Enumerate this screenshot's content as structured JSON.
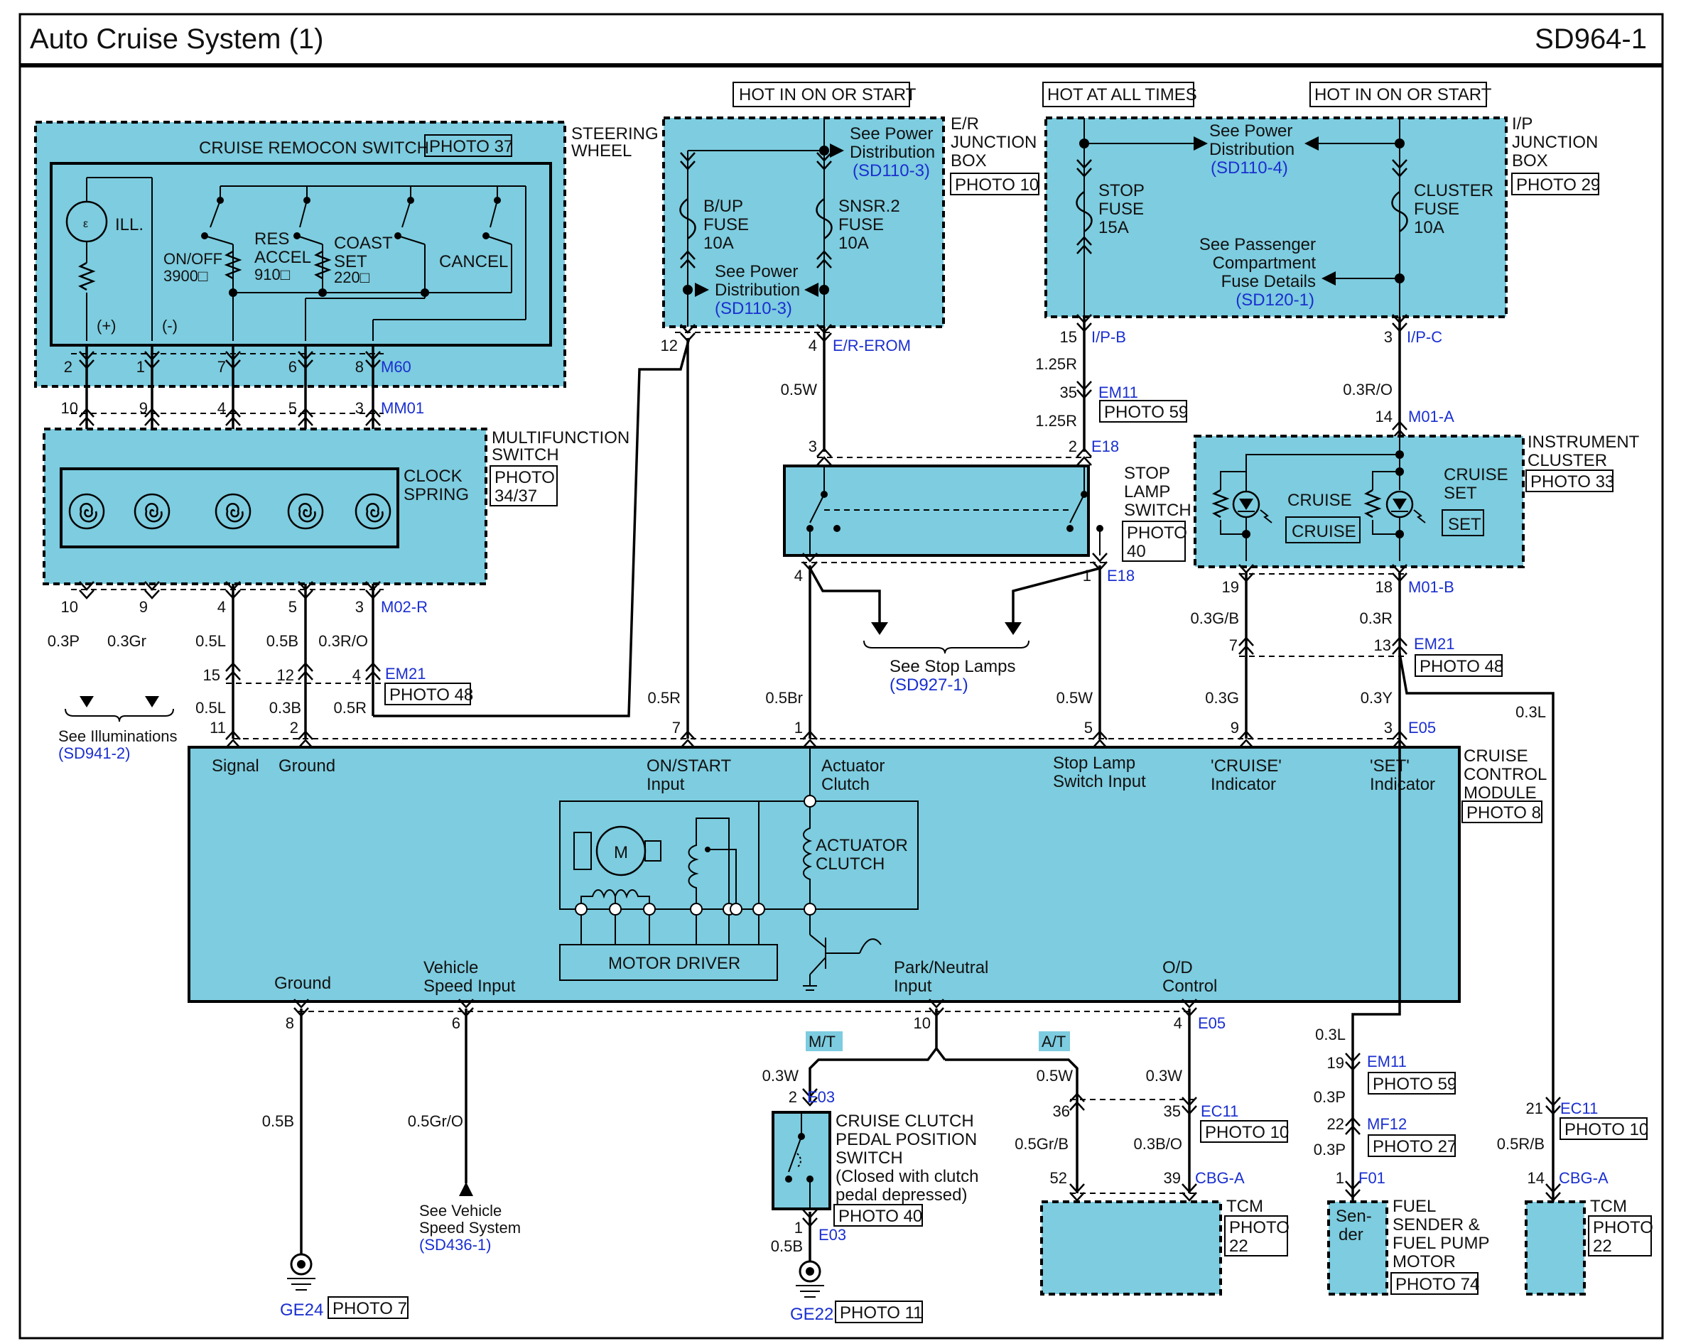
{
  "header": {
    "title": "Auto Cruise System (1)",
    "code": "SD964-1"
  },
  "hot": {
    "er": "HOT IN ON OR START",
    "all": "HOT AT ALL TIMES",
    "ip": "HOT IN ON OR START"
  },
  "steering": {
    "label1": "STEERING",
    "label2": "WHEEL",
    "remocon": "CRUISE REMOCON SWITCH",
    "photo": "PHOTO 37",
    "ill": "ILL.",
    "onoff": "ON/OFF",
    "r3900": "3900□",
    "res": "RES",
    "accel": "ACCEL",
    "r910": "910□",
    "coast": "COAST",
    "set": "SET",
    "r220": "220□",
    "cancel": "CANCEL",
    "plus": "(+)",
    "minus": "(-)",
    "pins": [
      "2",
      "1",
      "7",
      "6",
      "8"
    ],
    "conn": "M60"
  },
  "mm01": {
    "pins": [
      "10",
      "9",
      "4",
      "5",
      "3"
    ],
    "conn": "MM01"
  },
  "multifunction": {
    "label1": "MULTIFUNCTION",
    "label2": "SWITCH",
    "photo1": "PHOTO",
    "photo2": "34/37",
    "clock1": "CLOCK",
    "clock2": "SPRING",
    "pins": [
      "10",
      "9",
      "4",
      "5",
      "3"
    ],
    "conn": "M02-R"
  },
  "wires_left": {
    "w1": "0.3P",
    "w2": "0.3Gr",
    "w3": "0.5L",
    "w4": "0.5B",
    "w5": "0.3R/O",
    "em21_pins": [
      "15",
      "12",
      "4"
    ],
    "em21": "EM21",
    "em21_photo": "PHOTO 48",
    "w3b": "0.5L",
    "w4b": "0.3B",
    "w5b": "0.5R",
    "illum1": "See Illuminations",
    "illum2": "(SD941-2)"
  },
  "er_box": {
    "label1": "E/R",
    "label2": "JUNCTION",
    "label3": "BOX",
    "photo": "PHOTO 10",
    "seepower1": "See Power",
    "seepower2": "Distribution",
    "ref1": "(SD110-3)",
    "bup1": "B/UP",
    "bup2": "FUSE",
    "bup3": "10A",
    "snsr1": "SNSR.2",
    "snsr2": "FUSE",
    "snsr3": "10A",
    "seepowerb1": "See Power",
    "seepowerb2": "Distribution",
    "ref2": "(SD110-3)",
    "pin12": "12",
    "pin4": "4",
    "conn": "E/R-EROM"
  },
  "ip_box": {
    "label1": "I/P",
    "label2": "JUNCTION",
    "label3": "BOX",
    "photo": "PHOTO 29",
    "seepower1": "See Power",
    "seepower2": "Distribution",
    "ref1": "(SD110-4)",
    "stop1": "STOP",
    "stop2": "FUSE",
    "stop3": "15A",
    "cluster1": "CLUSTER",
    "cluster2": "FUSE",
    "cluster3": "10A",
    "pass1": "See Passenger",
    "pass2": "Compartment",
    "pass3": "Fuse Details",
    "ref2": "(SD120-1)",
    "pin15": "15",
    "ipb": "I/P-B",
    "pin3": "3",
    "ipc": "I/P-C"
  },
  "stoplamp": {
    "w125a": "1.25R",
    "pin35": "35",
    "em11": "EM11",
    "photo59": "PHOTO 59",
    "w125b": "1.25R",
    "pin2": "2",
    "e18a": "E18",
    "pin3": "3",
    "w05w": "0.5W",
    "label1": "STOP",
    "label2": "LAMP",
    "label3": "SWITCH",
    "photo1": "PHOTO",
    "photo2": "40",
    "pin4": "4",
    "pin1": "1",
    "e18b": "E18",
    "seestop": "See Stop Lamps",
    "ref": "(SD927-1)"
  },
  "cluster": {
    "w03ro": "0.3R/O",
    "pin14": "14",
    "m01a": "M01-A",
    "label1": "INSTRUMENT",
    "label2": "CLUSTER",
    "photo": "PHOTO 33",
    "cruise": "CRUISE",
    "cruisebox": "CRUISE",
    "cset1": "CRUISE",
    "cset2": "SET",
    "setbox": "SET",
    "pin19": "19",
    "pin18": "18",
    "m01b": "M01-B",
    "w03gb": "0.3G/B",
    "w03r": "0.3R",
    "pin7": "7",
    "pin13": "13",
    "em21": "EM21",
    "photo48": "PHOTO 48",
    "w03l": "0.3L"
  },
  "module": {
    "label1": "CRUISE",
    "label2": "CONTROL",
    "label3": "MODULE",
    "photo": "PHOTO 8",
    "signal": "Signal",
    "ground": "Ground",
    "onstart1": "ON/START",
    "onstart2": "Input",
    "act1": "Actuator",
    "act2": "Clutch",
    "stopin1": "Stop Lamp",
    "stopin2": "Switch Input",
    "crind1": "'CRUISE'",
    "crind2": "Indicator",
    "setind1": "'SET'",
    "setind2": "Indicator",
    "motor": "M",
    "actclutch1": "ACTUATOR",
    "actclutch2": "CLUTCH",
    "motordriver": "MOTOR DRIVER",
    "ground2": "Ground",
    "vsi1": "Vehicle",
    "vsi2": "Speed Input",
    "pni1": "Park/Neutral",
    "pni2": "Input",
    "od1": "O/D",
    "od2": "Control",
    "tpins": [
      "11",
      "2",
      "7",
      "1",
      "5",
      "9",
      "3"
    ],
    "e05": "E05",
    "tw1": "0.5R",
    "tw2": "0.5Br",
    "tw3": "0.5W",
    "tw4": "0.3G",
    "tw5": "0.3Y",
    "bpins": [
      "8",
      "6",
      "10",
      "4"
    ],
    "e05b": "E05"
  },
  "bottom": {
    "w05b": "0.5B",
    "ge24": "GE24",
    "photo7": "PHOTO 7",
    "w05gro": "0.5Gr/O",
    "vss1": "See Vehicle",
    "vss2": "Speed System",
    "vssref": "(SD436-1)",
    "mt": "M/T",
    "at": "A/T",
    "w03w_a": "0.3W",
    "pin2": "2",
    "e03a": "E03",
    "ccpp1": "CRUISE CLUTCH",
    "ccpp2": "PEDAL POSITION",
    "ccpp3": "SWITCH",
    "ccpp4": "(Closed with clutch",
    "ccpp5": "pedal depressed)",
    "photo40": "PHOTO 40",
    "pin1": "1",
    "e03b": "E03",
    "w05b2": "0.5B",
    "ge22": "GE22",
    "photo11": "PHOTO 11",
    "w05w": "0.5W",
    "w03w_b": "0.3W",
    "pin36": "36",
    "pin35": "35",
    "ec11a": "EC11",
    "photo10a": "PHOTO 10",
    "w05grb": "0.5Gr/B",
    "w03bo": "0.3B/O",
    "pin52": "52",
    "pin39": "39",
    "cbga_a": "CBG-A",
    "tcm1": "TCM",
    "tcm1p1": "PHOTO",
    "tcm1p2": "22",
    "w03l": "0.3L",
    "pin19": "19",
    "em11": "EM11",
    "photo59": "PHOTO 59",
    "w03p_a": "0.3P",
    "pin22": "22",
    "mf12": "MF12",
    "photo27": "PHOTO 27",
    "w03p_b": "0.3P",
    "pin1f": "1",
    "f01": "F01",
    "sender1": "Sen-",
    "sender2": "der",
    "fuel1": "FUEL",
    "fuel2": "SENDER &",
    "fuel3": "FUEL PUMP",
    "fuel4": "MOTOR",
    "photo74": "PHOTO 74",
    "pin21": "21",
    "ec11b": "EC11",
    "photo10b": "PHOTO 10",
    "w05rb": "0.5R/B",
    "pin14": "14",
    "cbga_b": "CBG-A",
    "tcm2": "TCM",
    "tcm2p1": "PHOTO",
    "tcm2p2": "22"
  }
}
